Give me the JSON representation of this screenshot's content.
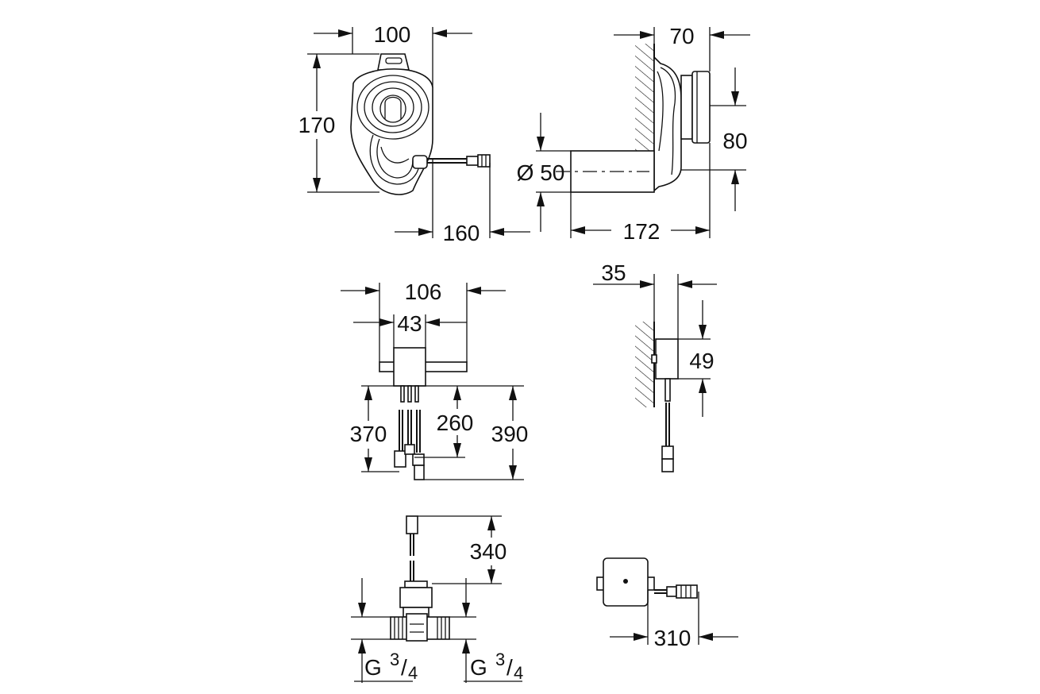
{
  "views": {
    "siphon_front": {
      "width": "100",
      "height": "170",
      "cable": "160"
    },
    "siphon_side": {
      "depth": "70",
      "offset": "80",
      "diameter": "Ø 50",
      "length": "172"
    },
    "sensor_front": {
      "width": "106",
      "inner": "43",
      "cable_a": "370",
      "cable_b": "260",
      "cable_c": "390"
    },
    "sensor_side": {
      "depth": "35",
      "height": "49"
    },
    "valve": {
      "cable": "340",
      "thread_left": "G",
      "thread_right": "G",
      "thread_num": "3",
      "thread_den": "4",
      "slash": "/"
    },
    "power_box": {
      "cable": "310"
    }
  }
}
